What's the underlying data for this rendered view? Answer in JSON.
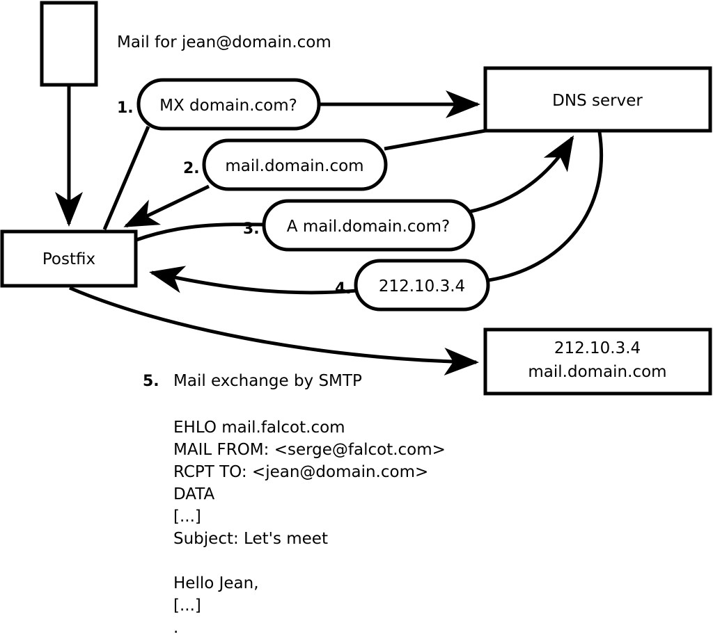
{
  "diagram": {
    "title_caption": "Mail for jean@domain.com",
    "nodes": {
      "sender_box": {
        "label": ""
      },
      "postfix_box": {
        "label": "Postfix"
      },
      "dns_box": {
        "label": "DNS server"
      },
      "mailserver_box": {
        "line1": "212.10.3.4",
        "line2": "mail.domain.com"
      }
    },
    "steps": [
      {
        "number": "1.",
        "label": "MX domain.com?"
      },
      {
        "number": "2.",
        "label": "mail.domain.com"
      },
      {
        "number": "3.",
        "label": "A mail.domain.com?"
      },
      {
        "number": "4.",
        "label": "212.10.3.4"
      },
      {
        "number": "5.",
        "label": "Mail exchange by SMTP"
      }
    ],
    "smtp_transcript": [
      "EHLO mail.falcot.com",
      "MAIL FROM: <serge@falcot.com>",
      "RCPT TO: <jean@domain.com>",
      "DATA",
      "[...]",
      "Subject: Let's meet",
      "",
      "Hello Jean,",
      "[...]",
      "."
    ],
    "colors": {
      "stroke": "#000000",
      "fill": "#ffffff",
      "background": "#ffffff"
    }
  }
}
